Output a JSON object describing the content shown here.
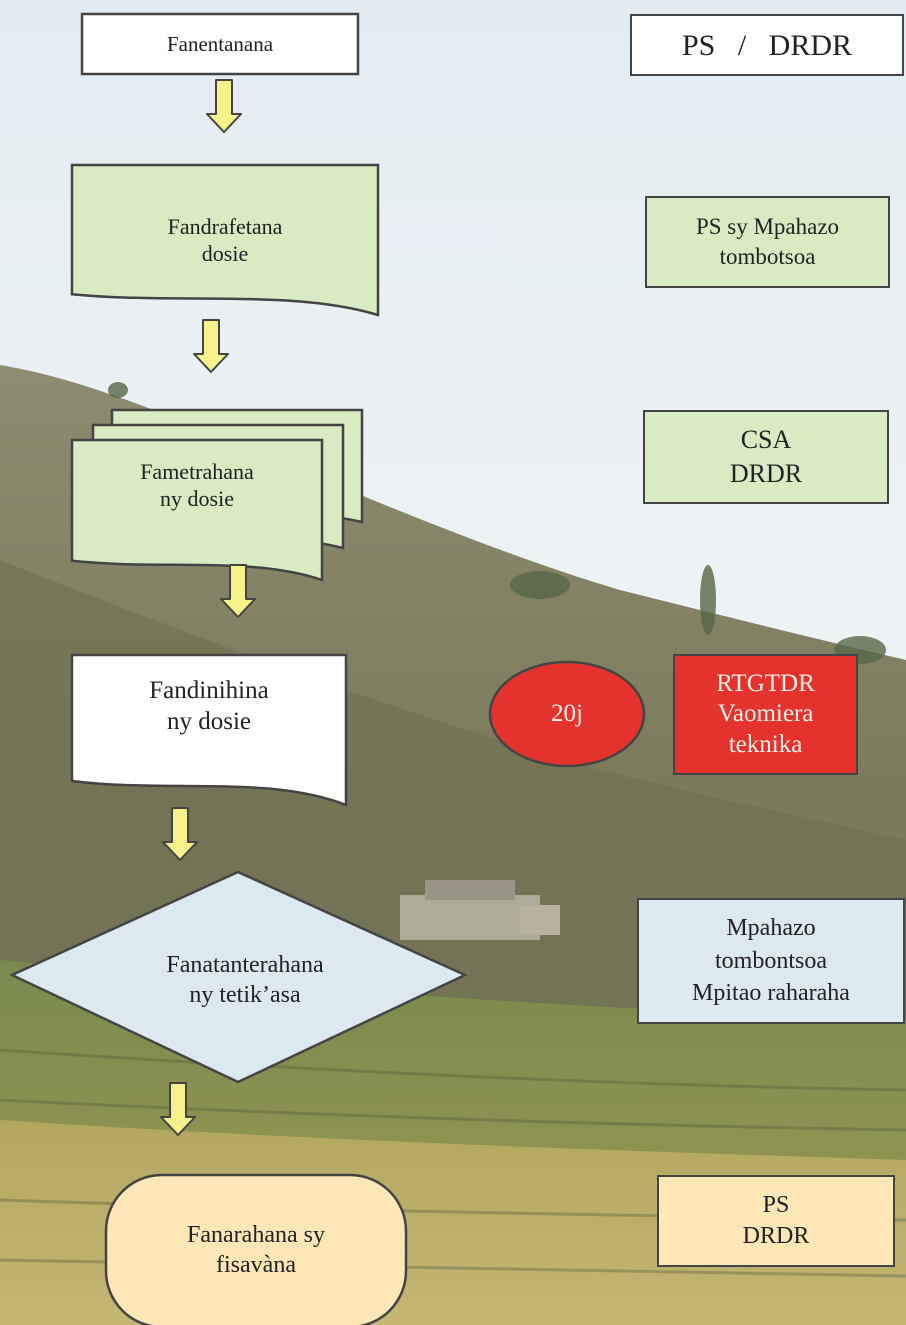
{
  "colors": {
    "green_fill": "#d9ebc2",
    "white_fill": "#ffffff",
    "blue_fill": "#dde9f0",
    "orange_fill": "#fde7b6",
    "red_fill": "#e5322d",
    "arrow_fill": "#f8f28a",
    "stroke": "#444444"
  },
  "flow": [
    {
      "id": "fanentanana",
      "shape": "process",
      "lines": [
        "Fanentanana"
      ]
    },
    {
      "id": "fandrafetana",
      "shape": "document",
      "lines": [
        "Fandrafetana",
        "dosie"
      ]
    },
    {
      "id": "fametrahana",
      "shape": "multi-document",
      "lines": [
        "Fametrahana",
        "ny  dosie"
      ]
    },
    {
      "id": "fandinihina",
      "shape": "document",
      "lines": [
        "Fandinihina",
        "ny dosie"
      ]
    },
    {
      "id": "fanatanterahana",
      "shape": "decision",
      "lines": [
        "Fanatanterahana",
        "ny tetik’asa"
      ]
    },
    {
      "id": "fanarahana",
      "shape": "terminator",
      "lines": [
        "Fanarahana sy",
        "fisavàna"
      ]
    }
  ],
  "actors": [
    {
      "id": "ps-drdr-top",
      "lines": [
        "PS   /   DRDR"
      ]
    },
    {
      "id": "ps-mpahazo",
      "lines": [
        "PS sy Mpahazo",
        "tombotsoa"
      ]
    },
    {
      "id": "csa-drdr",
      "lines": [
        "CSA",
        "DRDR"
      ]
    },
    {
      "id": "rtgtdr",
      "lines": [
        "RTGTDR",
        "Vaomiera",
        "teknika"
      ]
    },
    {
      "id": "mpahazo-mpitao",
      "lines": [
        "Mpahazo",
        "tombontsoa",
        "Mpitao raharaha"
      ]
    },
    {
      "id": "ps-drdr-bottom",
      "lines": [
        "PS",
        "DRDR"
      ]
    }
  ],
  "duration_badge": {
    "label": "20j"
  }
}
